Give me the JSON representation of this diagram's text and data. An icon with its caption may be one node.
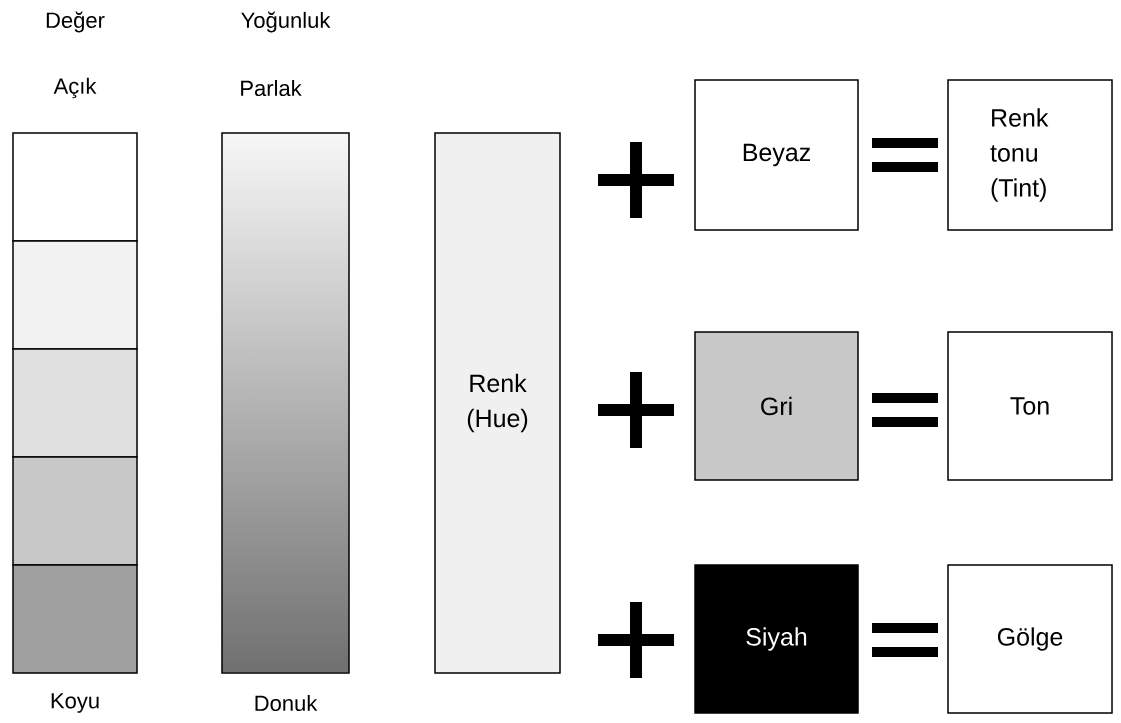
{
  "diagram": {
    "nodes": [
      {
        "text": [],
        "shape": "bar",
        "beside": [
          "Değer",
          "Açık",
          "Koyu"
        ]
      },
      {
        "text": [],
        "shape": "bar",
        "beside": [
          "Yoğunluk",
          "Parlak",
          "Donuk"
        ]
      },
      {
        "text": [
          "Renk (Hue)"
        ]
      },
      {
        "text": [
          "Beyaz"
        ]
      },
      {
        "text": [
          "Renk tonu (Tint)"
        ]
      },
      {
        "text": [
          "Gri"
        ]
      },
      {
        "text": [
          "Ton"
        ]
      },
      {
        "text": [
          "Siyah"
        ]
      },
      {
        "text": [
          "Gölge"
        ]
      }
    ],
    "edges": []
  }
}
